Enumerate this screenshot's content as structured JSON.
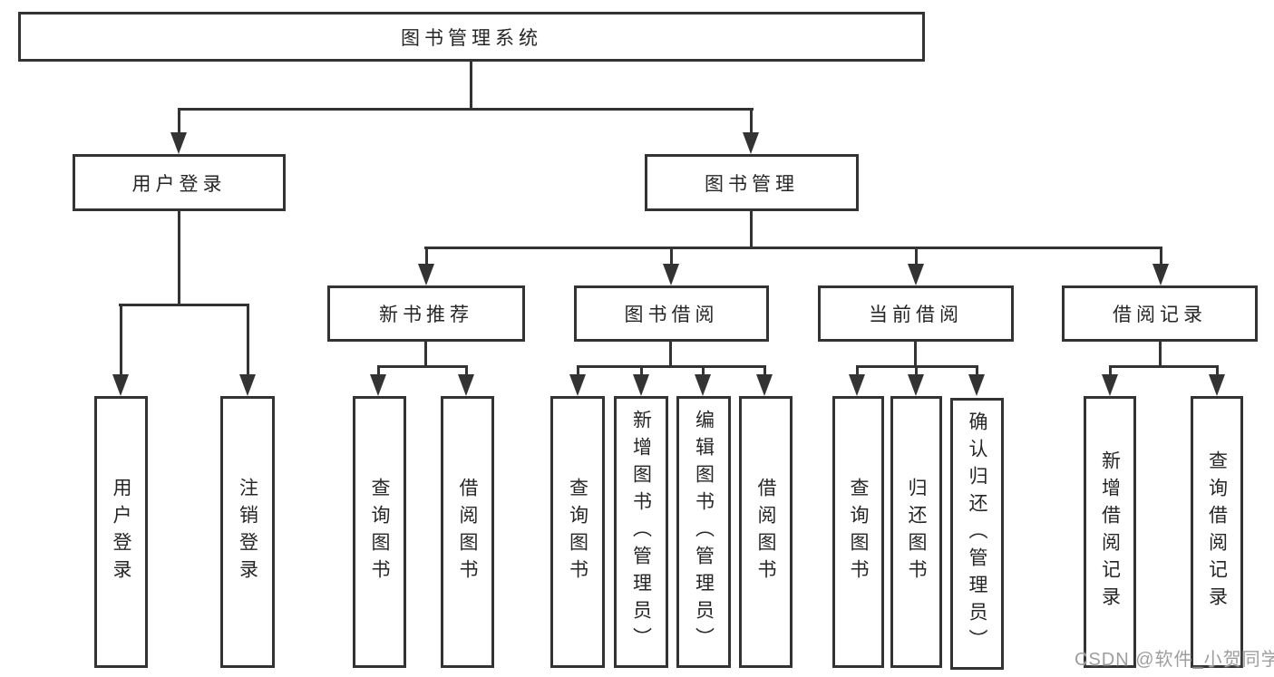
{
  "diagram": {
    "root": {
      "label": "图书管理系统"
    },
    "level1": [
      {
        "label": "用户登录"
      },
      {
        "label": "图书管理"
      }
    ],
    "level2": [
      {
        "label": "新书推荐"
      },
      {
        "label": "图书借阅"
      },
      {
        "label": "当前借阅"
      },
      {
        "label": "借阅记录"
      }
    ],
    "leaves": {
      "user_login": [
        "用户登录",
        "注销登录"
      ],
      "new_book": [
        "查询图书",
        "借阅图书"
      ],
      "book_borrow": [
        "查询图书",
        "新增图书（管理员）",
        "编辑图书（管理员）",
        "借阅图书"
      ],
      "current_borrow": [
        "查询图书",
        "归还图书",
        "确认归还（管理员）"
      ],
      "borrow_records": [
        "新增借阅记录",
        "查询借阅记录"
      ]
    }
  },
  "watermark": {
    "text": "CSDN @软件_小贺同学"
  },
  "colors": {
    "line": "#333333",
    "text": "#262626",
    "watermark": "#9e9e9e",
    "background": "#ffffff"
  }
}
